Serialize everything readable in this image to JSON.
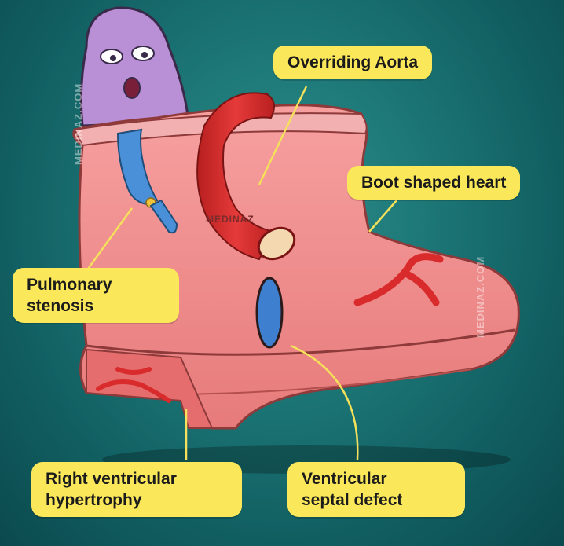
{
  "labels": {
    "overriding_aorta": "Overriding Aorta",
    "boot_shaped_heart": "Boot shaped heart",
    "pulmonary_stenosis_line1": "Pulmonary",
    "pulmonary_stenosis_line2": "stenosis",
    "rvh_line1": "Right ventricular",
    "rvh_line2": "hypertrophy",
    "vsd_line1": "Ventricular",
    "vsd_line2": "septal defect"
  },
  "watermarks": {
    "left": "MEDINAZ.COM",
    "right": "MEDINAZ.COM",
    "center": "MEDINAZ"
  },
  "colors": {
    "background": "#1d7877",
    "label_fill": "#fbe85a",
    "boot": "#f08a8a",
    "aorta": "#d92b2b",
    "pulmonary": "#4a90d9",
    "lung": "#b98fd6"
  }
}
